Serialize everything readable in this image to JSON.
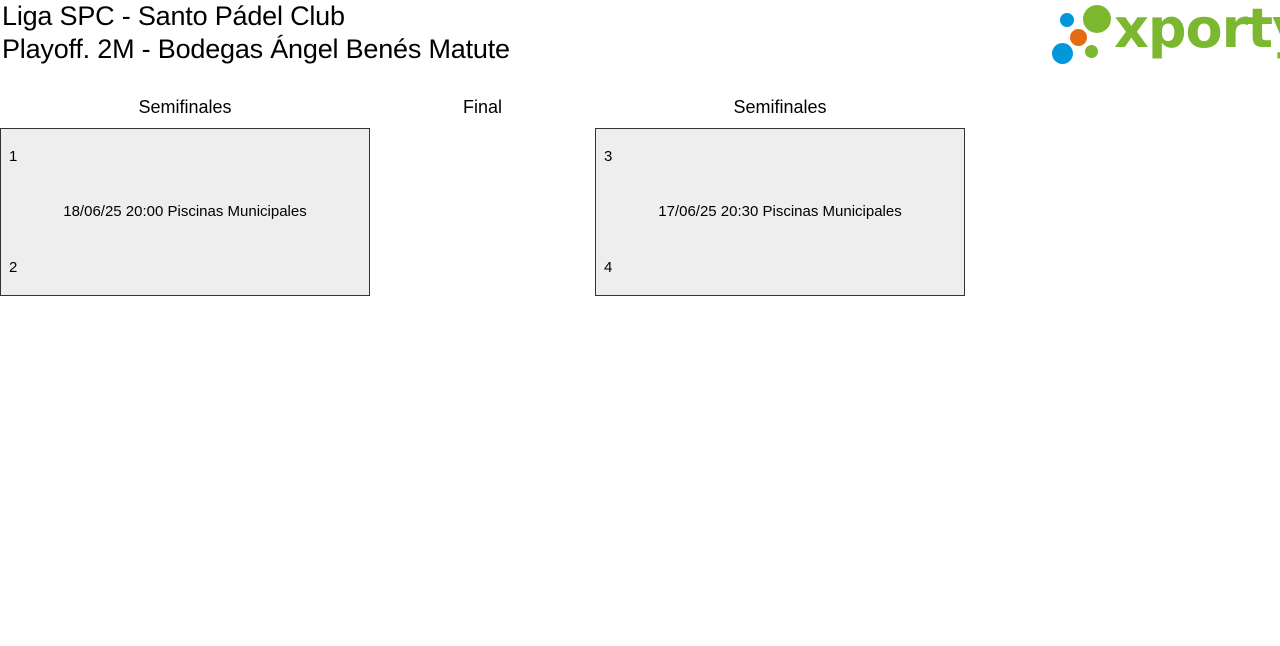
{
  "header": {
    "title": "Liga SPC - Santo Pádel Club",
    "subtitle": "Playoff. 2M - Bodegas Ángel Benés Matute"
  },
  "logo": {
    "text": "xporty",
    "colors": {
      "green": "#7cb82f",
      "blue": "#0098db",
      "orange": "#e56b12"
    }
  },
  "bracket": {
    "columns": [
      {
        "title": "Semifinales"
      },
      {
        "title": "Final"
      },
      {
        "title": "Semifinales"
      }
    ],
    "matches": [
      {
        "seed_top": "1",
        "seed_bottom": "2",
        "info": "18/06/25 20:00 Piscinas Municipales"
      },
      {
        "seed_top": "3",
        "seed_bottom": "4",
        "info": "17/06/25 20:30 Piscinas Municipales"
      }
    ]
  }
}
